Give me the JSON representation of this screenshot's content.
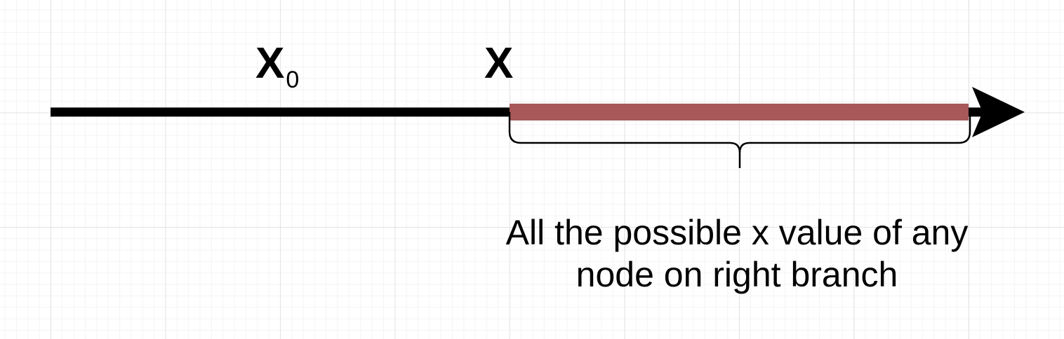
{
  "labels": {
    "x0_main": "X",
    "x0_sub": "0",
    "x": "X"
  },
  "caption": {
    "line1": "All the possible x value of any",
    "line2": "node on right branch"
  },
  "colors": {
    "axis": "#000000",
    "highlight": "#a85858",
    "grid": "#e3e3e3"
  }
}
